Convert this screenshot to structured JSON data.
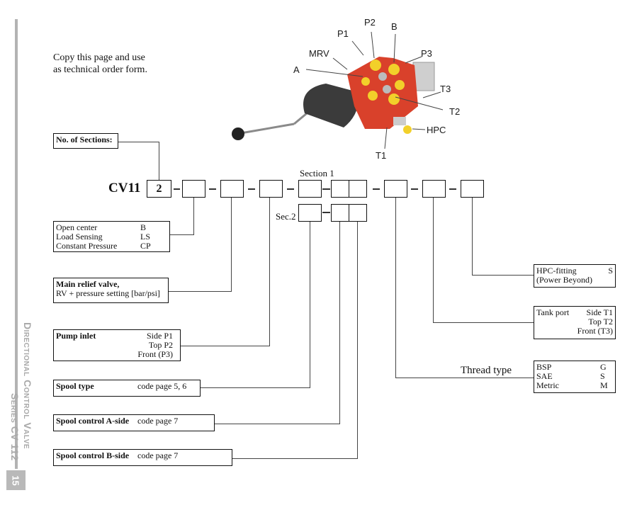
{
  "sidebar": {
    "title": "Directional Control Valve",
    "subtitle": "Series CV 112",
    "page_number": "15",
    "line_color": "#b3b3b3"
  },
  "intro": {
    "line1": "Copy this page and use",
    "line2": "as technical order form."
  },
  "photo": {
    "labels": [
      "P2",
      "B",
      "P1",
      "MRV",
      "P3",
      "A",
      "T3",
      "T2",
      "HPC",
      "T1"
    ],
    "valve_color": "#d9412b",
    "port_color": "#f2d02a"
  },
  "order_code": {
    "prefix": "CV11",
    "sections_value": "2",
    "section1_label": "Section 1",
    "section2_label": "Sec.2"
  },
  "options": {
    "no_of_sections": {
      "title": "No. of Sections:"
    },
    "center_type": {
      "rows": [
        {
          "name": "Open center",
          "code": "B"
        },
        {
          "name": "Load Sensing",
          "code": "LS"
        },
        {
          "name": "Constant Pressure",
          "code": "CP"
        }
      ]
    },
    "main_relief": {
      "title": "Main relief valve,",
      "desc": "RV + pressure setting [bar/psi]"
    },
    "pump_inlet": {
      "title": "Pump inlet",
      "rows": [
        "Side  P1",
        "Top P2",
        "Front (P3)"
      ]
    },
    "spool_type": {
      "title": "Spool type",
      "ref": "code page 5, 6"
    },
    "spool_a": {
      "title": "Spool control A-side",
      "ref": "code page 7"
    },
    "spool_b": {
      "title": "Spool control B-side",
      "ref": "code page 7"
    },
    "hpc": {
      "title": "HPC-fitting",
      "code": "S",
      "desc": "(Power Beyond)"
    },
    "tank_port": {
      "title": "Tank port",
      "rows": [
        "Side T1",
        "Top T2",
        "Front (T3)"
      ]
    },
    "thread_type": {
      "title": "Thread type",
      "rows": [
        {
          "name": "BSP",
          "code": "G"
        },
        {
          "name": "SAE",
          "code": "S"
        },
        {
          "name": "Metric",
          "code": "M"
        }
      ]
    }
  }
}
